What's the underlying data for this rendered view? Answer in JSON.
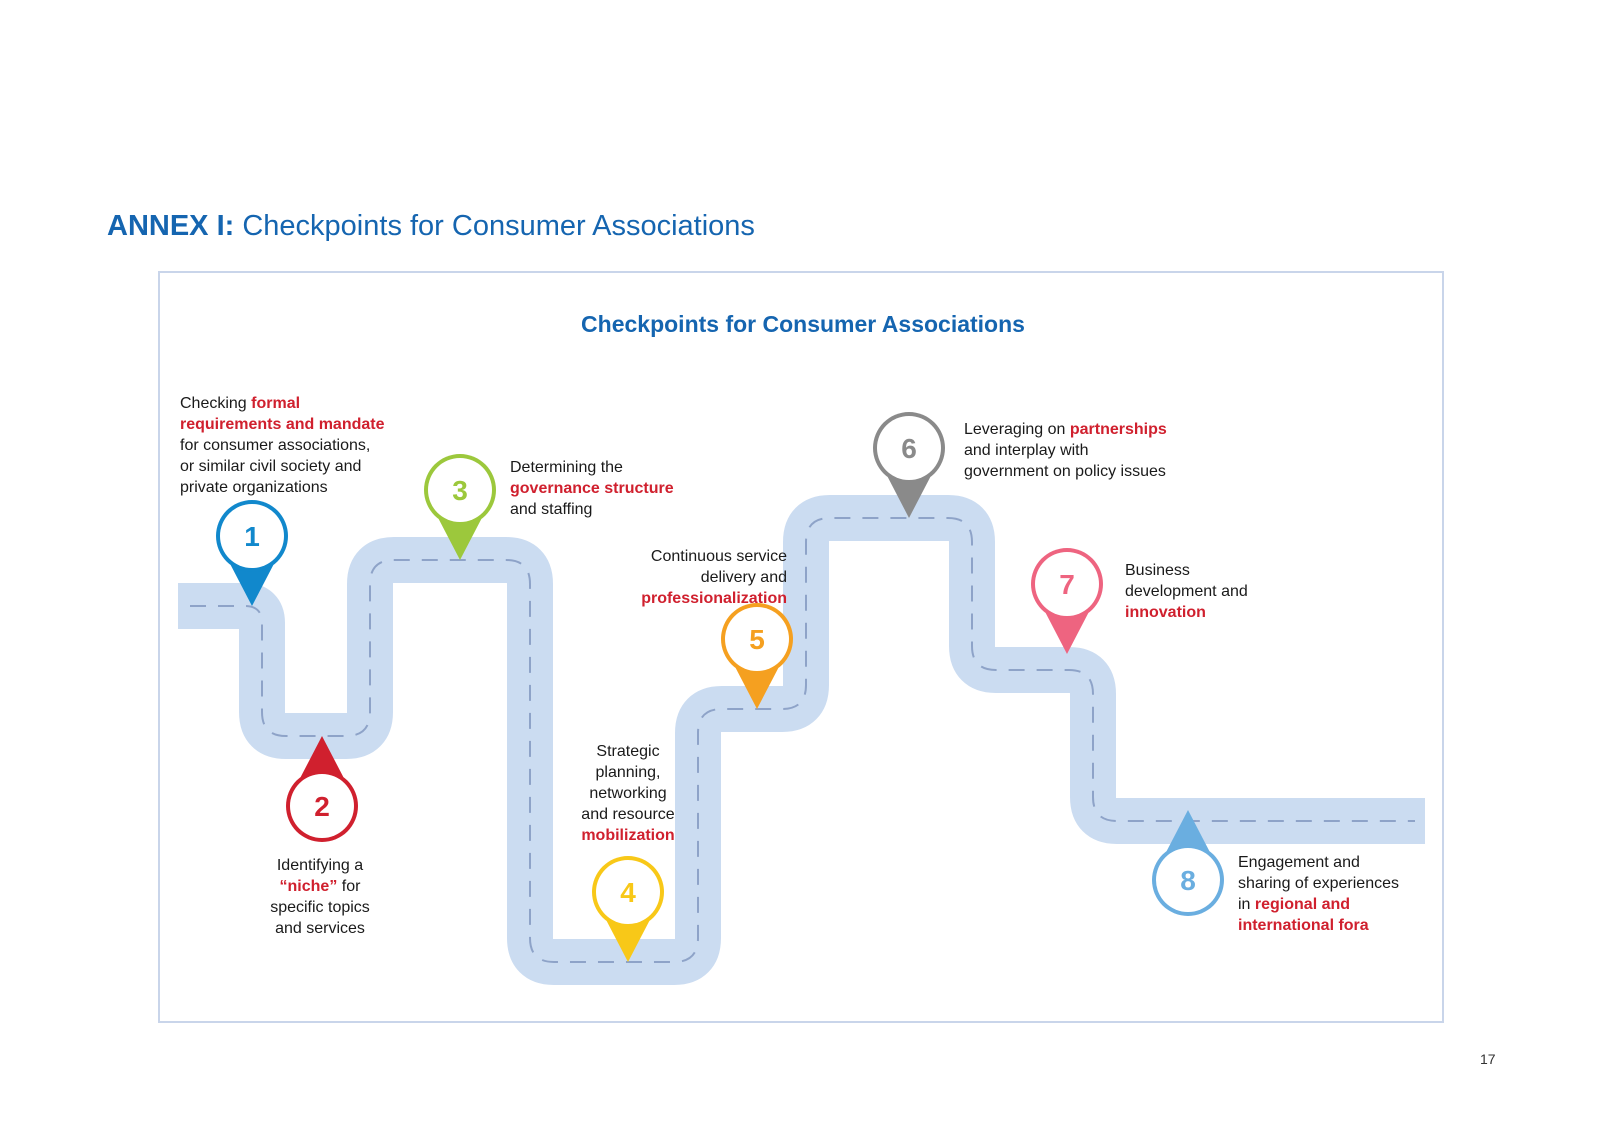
{
  "page": {
    "annex_prefix": "ANNEX I:",
    "annex_title": " Checkpoints for Consumer Associations",
    "page_number": "17"
  },
  "diagram": {
    "title": "Checkpoints for Consumer Associations",
    "road_color": "#cbdcf1",
    "lane_color": "#8ea3c8",
    "highlight_color": "#d0202e",
    "checkpoints": [
      {
        "number": "1",
        "color": "#1188cc",
        "pin_direction": "down",
        "text": [
          {
            "t": "Checking ",
            "hl": false
          },
          {
            "t": "formal",
            "hl": true
          },
          {
            "br": true
          },
          {
            "t": "requirements and mandate",
            "hl": true
          },
          {
            "br": true
          },
          {
            "t": "for consumer associations,",
            "hl": false
          },
          {
            "br": true
          },
          {
            "t": "or similar civil society and",
            "hl": false
          },
          {
            "br": true
          },
          {
            "t": "private organizations",
            "hl": false
          }
        ]
      },
      {
        "number": "2",
        "color": "#d0202e",
        "pin_direction": "up",
        "text": [
          {
            "t": "Identifying a",
            "hl": false
          },
          {
            "br": true
          },
          {
            "t": "“niche”",
            "hl": true
          },
          {
            "t": " for",
            "hl": false
          },
          {
            "br": true
          },
          {
            "t": "specific topics",
            "hl": false
          },
          {
            "br": true
          },
          {
            "t": "and services",
            "hl": false
          }
        ]
      },
      {
        "number": "3",
        "color": "#9cc83c",
        "pin_direction": "down",
        "text": [
          {
            "t": "Determining the",
            "hl": false
          },
          {
            "br": true
          },
          {
            "t": "governance structure",
            "hl": true
          },
          {
            "br": true
          },
          {
            "t": "and staffing",
            "hl": false
          }
        ]
      },
      {
        "number": "4",
        "color": "#f8c818",
        "pin_direction": "down",
        "text": [
          {
            "t": "Strategic",
            "hl": false
          },
          {
            "br": true
          },
          {
            "t": "planning,",
            "hl": false
          },
          {
            "br": true
          },
          {
            "t": "networking",
            "hl": false
          },
          {
            "br": true
          },
          {
            "t": "and resource",
            "hl": false
          },
          {
            "br": true
          },
          {
            "t": "mobilization",
            "hl": true
          }
        ]
      },
      {
        "number": "5",
        "color": "#f5a020",
        "pin_direction": "down",
        "text": [
          {
            "t": "Continuous service",
            "hl": false
          },
          {
            "br": true
          },
          {
            "t": "delivery and",
            "hl": false
          },
          {
            "br": true
          },
          {
            "t": "professionalization",
            "hl": true
          }
        ]
      },
      {
        "number": "6",
        "color": "#8a8a8a",
        "pin_direction": "down",
        "text": [
          {
            "t": "Leveraging on ",
            "hl": false
          },
          {
            "t": "partnerships",
            "hl": true
          },
          {
            "br": true
          },
          {
            "t": "and interplay with",
            "hl": false
          },
          {
            "br": true
          },
          {
            "t": "government on policy issues",
            "hl": false
          }
        ]
      },
      {
        "number": "7",
        "color": "#ee6480",
        "pin_direction": "down",
        "text": [
          {
            "t": "Business",
            "hl": false
          },
          {
            "br": true
          },
          {
            "t": "development and",
            "hl": false
          },
          {
            "br": true
          },
          {
            "t": "innovation",
            "hl": true
          }
        ]
      },
      {
        "number": "8",
        "color": "#6aaee0",
        "pin_direction": "up",
        "text": [
          {
            "t": "Engagement and",
            "hl": false
          },
          {
            "br": true
          },
          {
            "t": "sharing of experiences",
            "hl": false
          },
          {
            "br": true
          },
          {
            "t": "in ",
            "hl": false
          },
          {
            "t": "regional and",
            "hl": true
          },
          {
            "br": true
          },
          {
            "t": "international fora",
            "hl": true
          }
        ]
      }
    ]
  }
}
